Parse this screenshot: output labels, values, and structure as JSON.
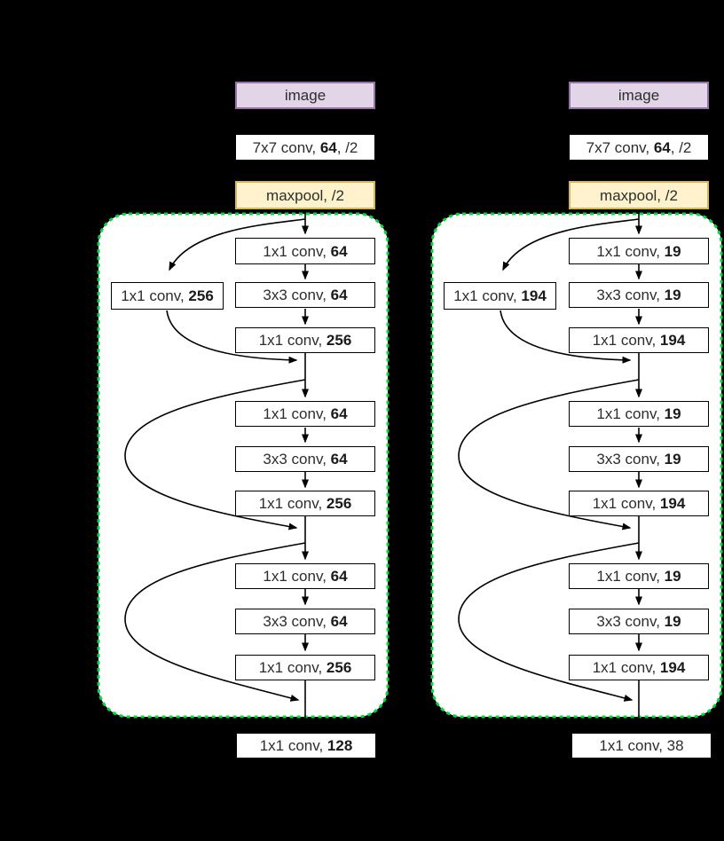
{
  "colors": {
    "background": "#000000",
    "image_fill": "#E1D5E7",
    "image_border": "#9673A6",
    "maxpool_fill": "#FFF2CC",
    "maxpool_border": "#D6B656",
    "conv_fill": "#FFFFFF",
    "conv_border": "#000000",
    "block_outline_green": "#00DC3C",
    "arrow": "#000000"
  },
  "left_column": {
    "image_label": "image",
    "stem_conv": {
      "pre": "7x7 conv, ",
      "num": "64",
      "post": ", /2"
    },
    "maxpool_label": "maxpool, /2",
    "shortcut_conv": {
      "pre": "1x1 conv, ",
      "num": "256",
      "post": ""
    },
    "block1": [
      {
        "pre": "1x1 conv, ",
        "num": "64",
        "post": ""
      },
      {
        "pre": "3x3 conv, ",
        "num": "64",
        "post": ""
      },
      {
        "pre": "1x1 conv, ",
        "num": "256",
        "post": ""
      }
    ],
    "block2": [
      {
        "pre": "1x1 conv, ",
        "num": "64",
        "post": ""
      },
      {
        "pre": "3x3 conv, ",
        "num": "64",
        "post": ""
      },
      {
        "pre": "1x1 conv, ",
        "num": "256",
        "post": ""
      }
    ],
    "block3": [
      {
        "pre": "1x1 conv, ",
        "num": "64",
        "post": ""
      },
      {
        "pre": "3x3 conv, ",
        "num": "64",
        "post": ""
      },
      {
        "pre": "1x1 conv, ",
        "num": "256",
        "post": ""
      }
    ],
    "output_conv": {
      "pre": "1x1 conv, ",
      "num": "128",
      "post": ""
    }
  },
  "right_column": {
    "image_label": "image",
    "stem_conv": {
      "pre": "7x7 conv, ",
      "num": "64",
      "post": ", /2"
    },
    "maxpool_label": "maxpool, /2",
    "shortcut_conv": {
      "pre": "1x1 conv, ",
      "num": "194",
      "post": ""
    },
    "block1": [
      {
        "pre": "1x1 conv, ",
        "num": "19",
        "post": ""
      },
      {
        "pre": "3x3 conv, ",
        "num": "19",
        "post": ""
      },
      {
        "pre": "1x1 conv, ",
        "num": "194",
        "post": ""
      }
    ],
    "block2": [
      {
        "pre": "1x1 conv, ",
        "num": "19",
        "post": ""
      },
      {
        "pre": "3x3 conv, ",
        "num": "19",
        "post": ""
      },
      {
        "pre": "1x1 conv, ",
        "num": "194",
        "post": ""
      }
    ],
    "block3": [
      {
        "pre": "1x1 conv, ",
        "num": "19",
        "post": ""
      },
      {
        "pre": "3x3 conv, ",
        "num": "19",
        "post": ""
      },
      {
        "pre": "1x1 conv, ",
        "num": "194",
        "post": ""
      }
    ],
    "output_conv": {
      "pre": "1x1 conv, 38",
      "num": "",
      "post": ""
    }
  }
}
